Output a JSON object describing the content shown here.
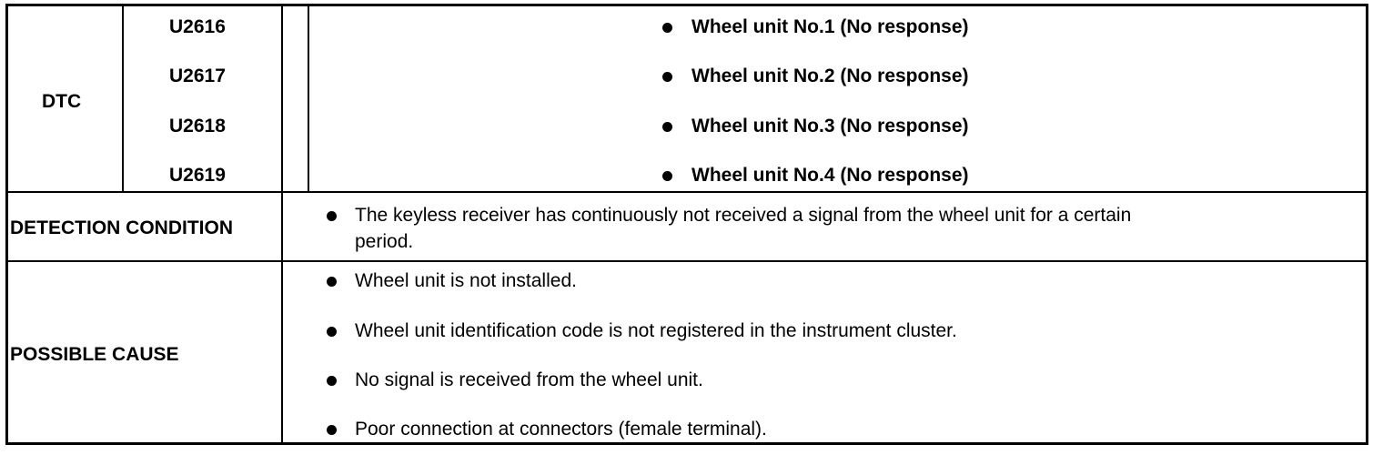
{
  "dtc": {
    "label": "DTC",
    "codes": [
      "U2616",
      "U2617",
      "U2618",
      "U2619"
    ],
    "descriptions": [
      "Wheel unit No.1 (No response)",
      "Wheel unit No.2 (No response)",
      "Wheel unit No.3 (No response)",
      "Wheel unit No.4 (No response)"
    ]
  },
  "detection": {
    "label": "DETECTION CONDITION",
    "line1": "The keyless receiver has continuously not received a signal from the wheel unit for a certain",
    "line2": "period."
  },
  "cause": {
    "label": "POSSIBLE CAUSE",
    "items": [
      "Wheel unit is not installed.",
      "Wheel unit identification code is not registered in the instrument cluster.",
      "No signal is received from the wheel unit.",
      "Poor connection at connectors (female terminal)."
    ]
  }
}
